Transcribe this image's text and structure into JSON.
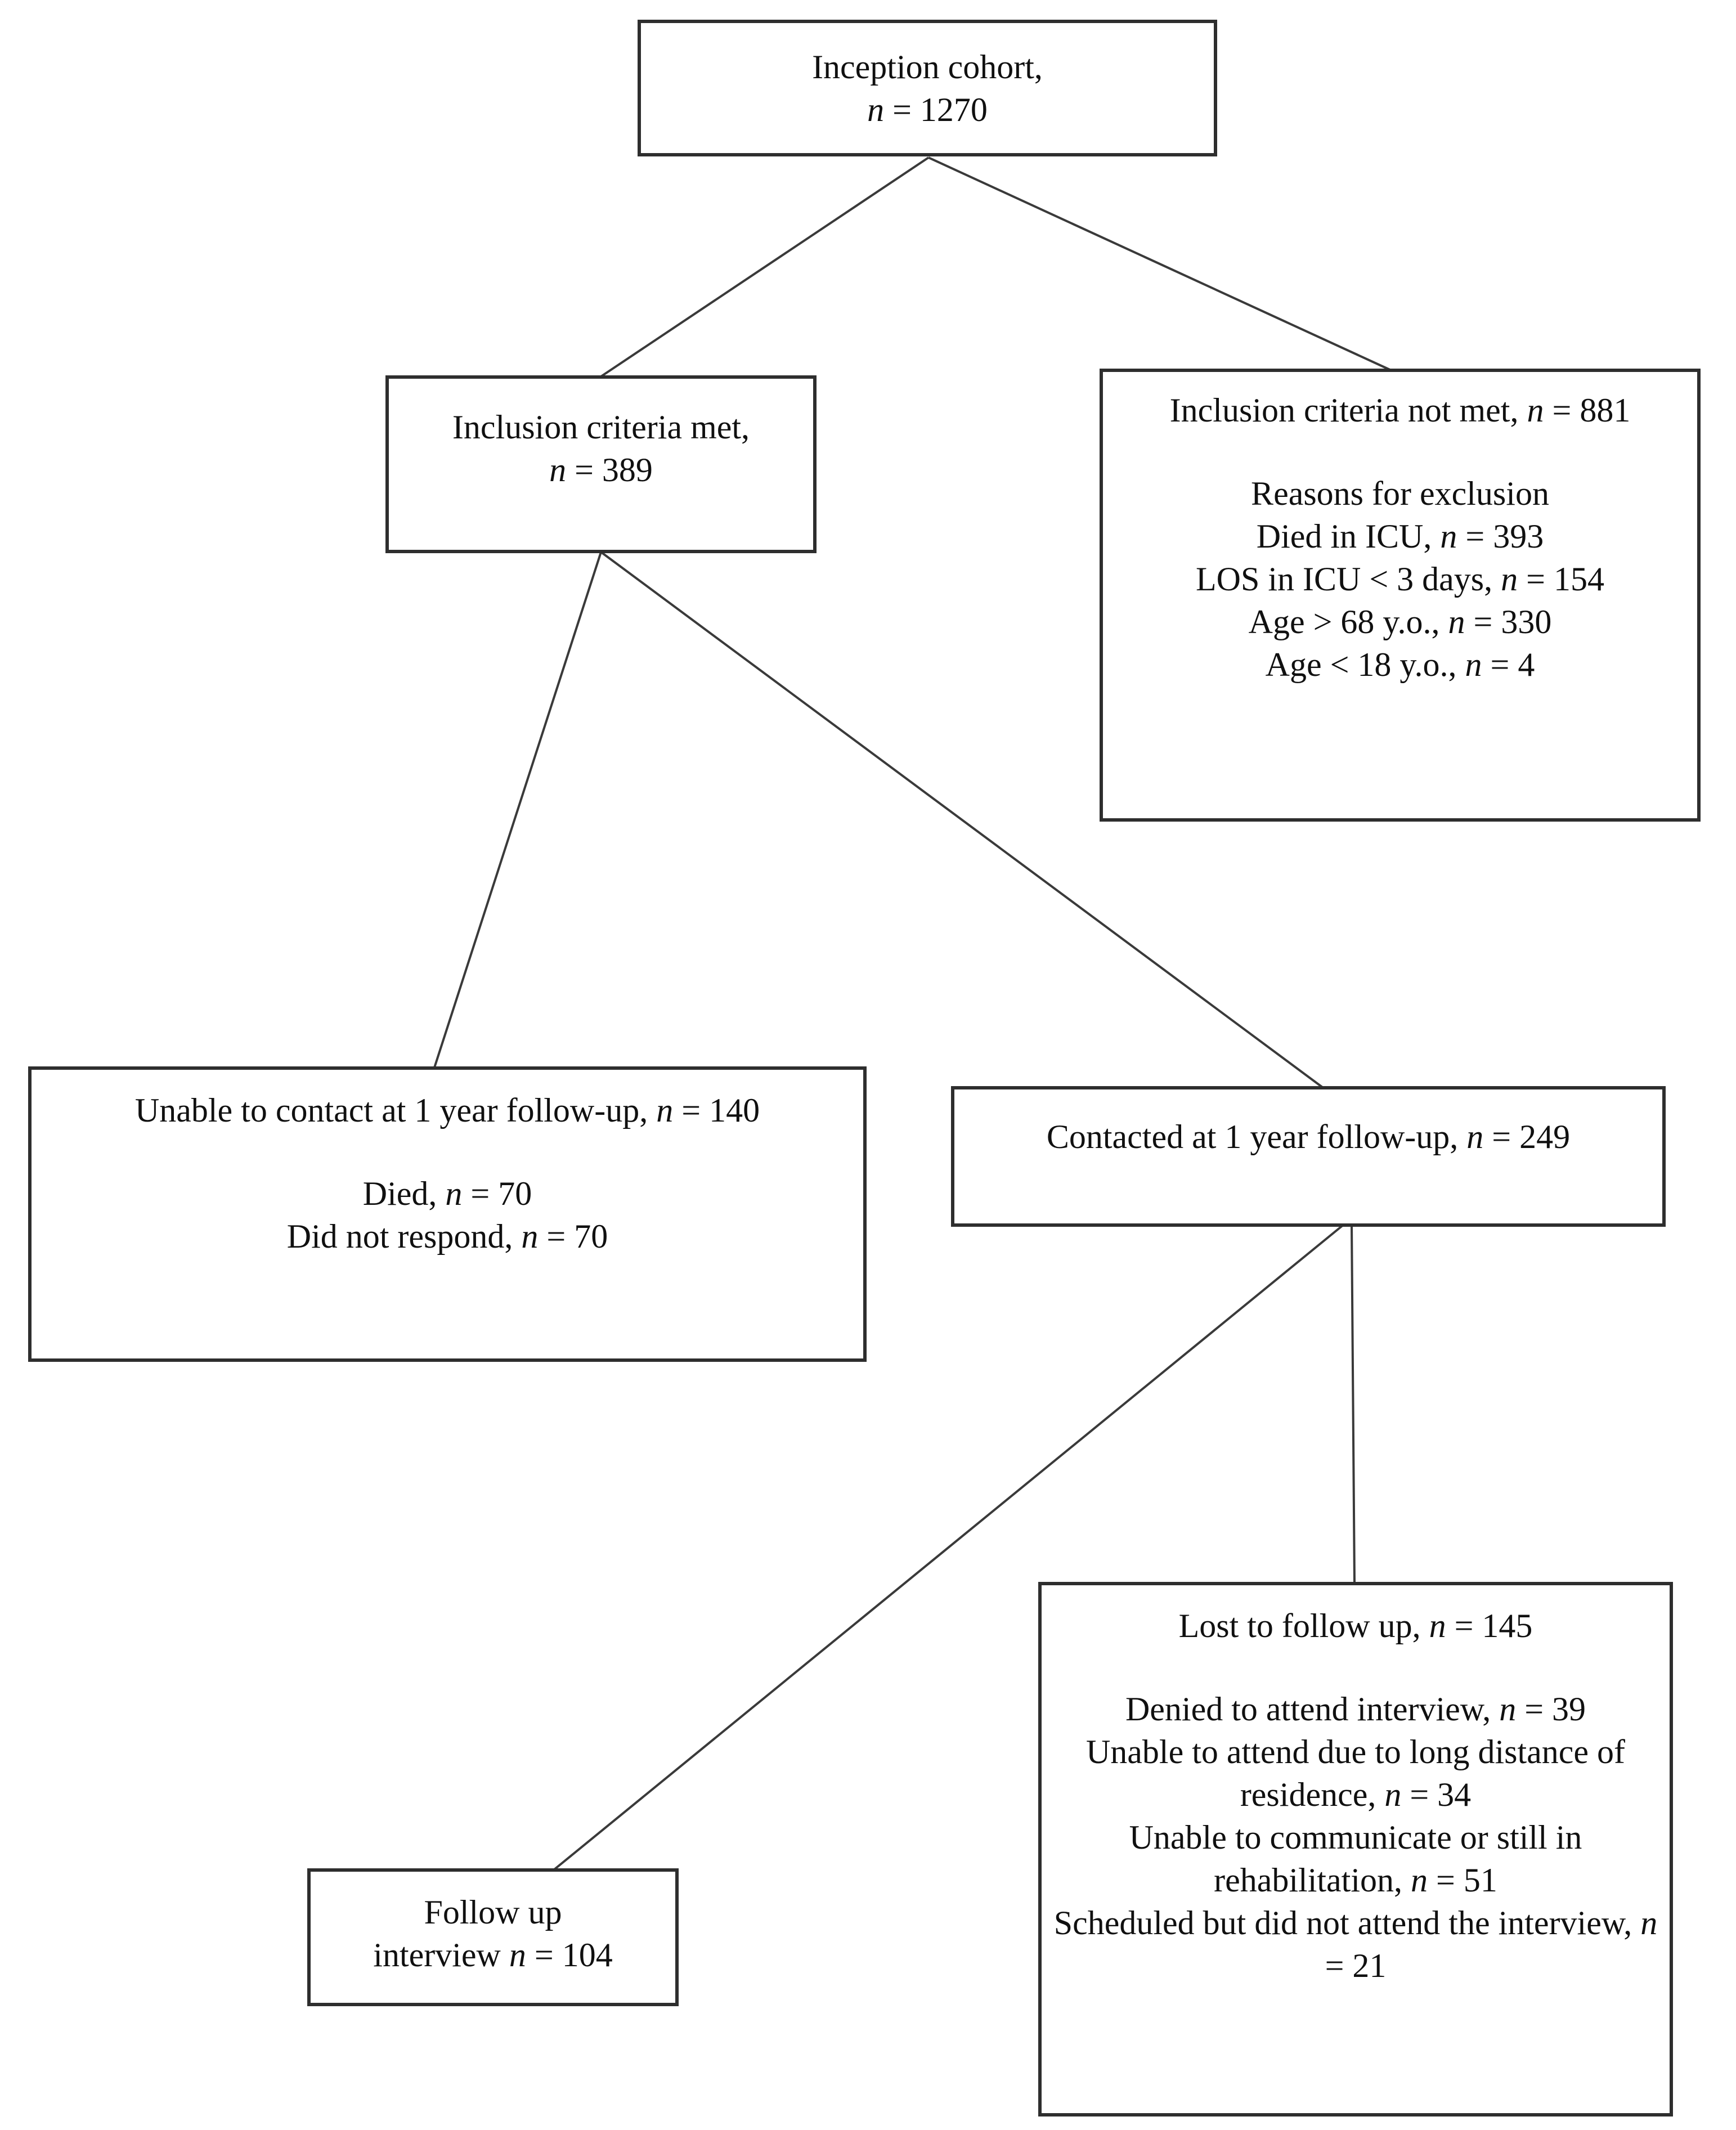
{
  "figure": {
    "type": "flowchart",
    "title": "Study inception cohort flow diagram",
    "background_color": "#ffffff",
    "box_border_color": "#2e2e2e",
    "connector_color": "#3a3a3a",
    "boxes": [
      {
        "id": "inception-cohort",
        "lines": [
          "Inception cohort,",
          "n = 1270"
        ]
      },
      {
        "id": "inclusion-criteria-met",
        "lines": [
          "Inclusion criteria met,",
          "n = 389"
        ]
      },
      {
        "id": "inclusion-criteria-not-met",
        "lines": [
          "Inclusion criteria not met, n = 881",
          "",
          "Reasons for exclusion",
          "Died in ICU, n = 393",
          "LOS in ICU < 3 days, n = 154",
          "Age > 68 y.o., n = 330",
          "Age < 18 y.o., n = 4"
        ]
      },
      {
        "id": "unable-to-contact",
        "lines": [
          "Unable to contact at 1 year follow-up, n = 140",
          "",
          "Died, n = 70",
          "Did not respond, n = 70"
        ]
      },
      {
        "id": "contacted",
        "lines": [
          "Contacted at 1 year follow-up, n = 249"
        ]
      },
      {
        "id": "lost-to-follow-up",
        "lines": [
          "Lost to follow up, n = 145",
          "",
          "Denied to attend interview, n = 39",
          "Unable to attend due to long distance of residence, n = 34",
          "Unable to communicate or still in rehabilitation, n = 51",
          "Scheduled but did not attend the interview, n = 21"
        ]
      },
      {
        "id": "follow-up-interview",
        "lines": [
          "Follow up",
          "interview n = 104"
        ]
      }
    ],
    "edges": [
      {
        "from": "inception-cohort",
        "to": "inclusion-criteria-met"
      },
      {
        "from": "inception-cohort",
        "to": "inclusion-criteria-not-met"
      },
      {
        "from": "inclusion-criteria-met",
        "to": "unable-to-contact"
      },
      {
        "from": "inclusion-criteria-met",
        "to": "contacted"
      },
      {
        "from": "contacted",
        "to": "lost-to-follow-up"
      },
      {
        "from": "contacted",
        "to": "follow-up-interview"
      }
    ]
  }
}
